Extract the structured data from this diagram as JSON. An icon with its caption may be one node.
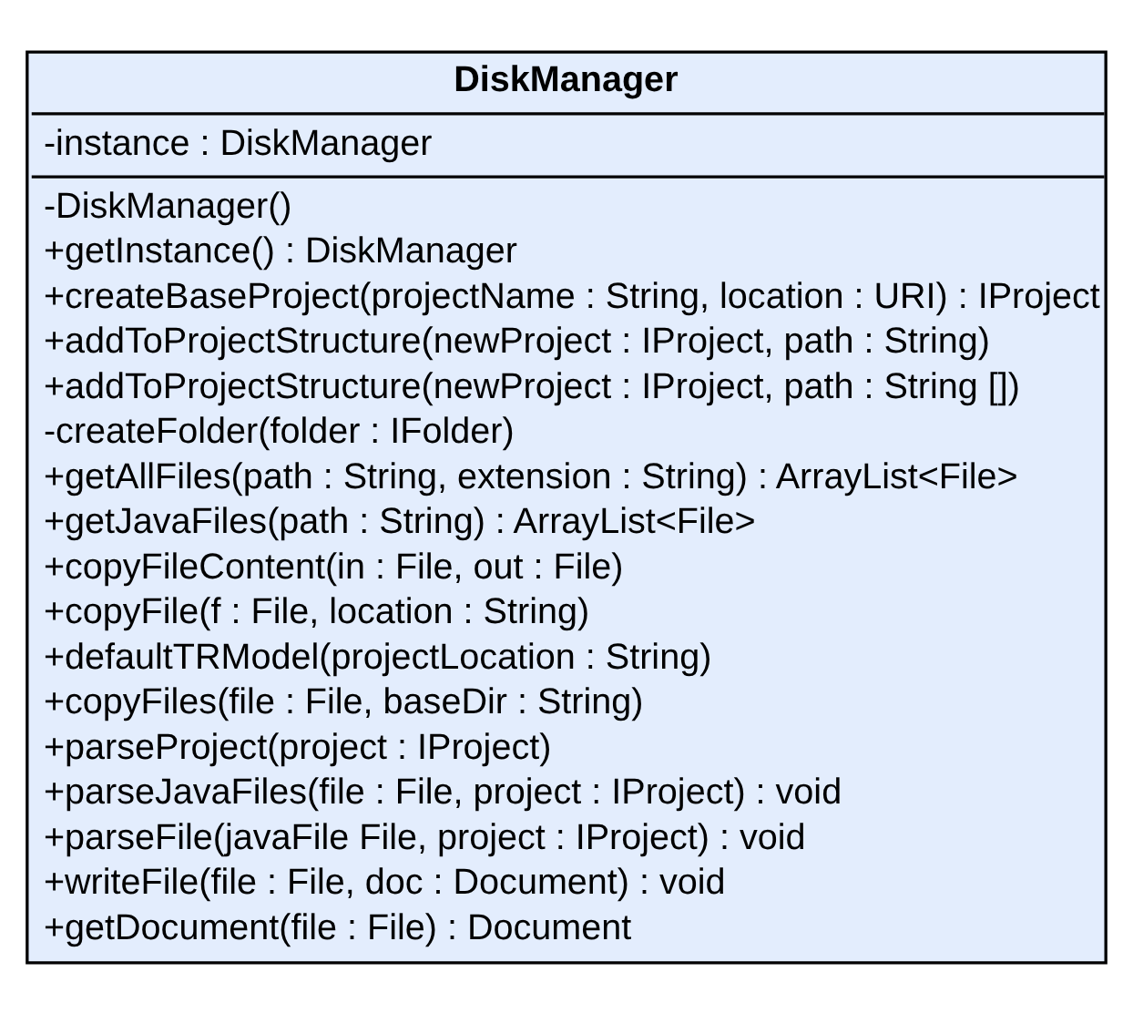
{
  "diagram": {
    "nodes": [
      {
        "text": [
          "DiskManager",
          "-instance : DiskManager",
          "-DiskManager()",
          "+getInstance() : DiskManager",
          "+createBaseProject(projectName : String, location : URI) : IProject",
          "+addToProjectStructure(newProject : IProject, path : String)",
          "+addToProjectStructure(newProject : IProject, path : String [])",
          "-createFolder(folder : IFolder)",
          "+getAllFiles(path : String, extension : String) : ArrayList<File>",
          "+getJavaFiles(path : String) : ArrayList<File>",
          "+copyFileContent(in : File, out : File)",
          "+copyFile(f : File, location : String)",
          "+defaultTRModel(projectLocation : String)",
          "+copyFiles(file : File, baseDir : String)",
          "+parseProject(project : IProject)",
          "+parseJavaFiles(file : File, project : IProject) : void",
          "+parseFile(javaFile File, project : IProject) : void",
          "+writeFile(file : File, doc : Document) : void",
          "+getDocument(file : File) : Document"
        ]
      }
    ],
    "edges": []
  }
}
